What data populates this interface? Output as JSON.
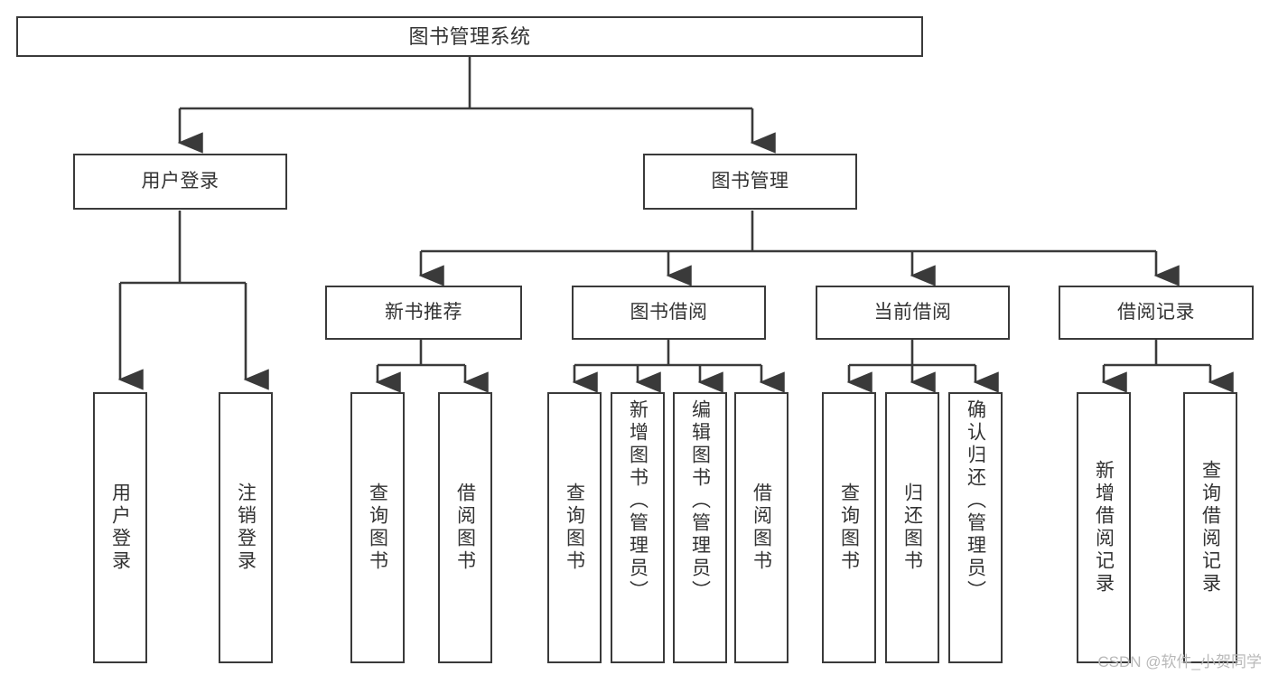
{
  "diagram": {
    "title": "图书管理系统",
    "type": "tree",
    "watermark": "CSDN @软件_小贺同学",
    "colors": {
      "stroke": "#3a3a3a",
      "fill": "#ffffff",
      "text": "#333333",
      "watermark": "#b9b9b9"
    },
    "levels": {
      "root": {
        "label": "图书管理系统"
      },
      "level2": [
        {
          "id": "user-login",
          "label": "用户登录"
        },
        {
          "id": "book-manage",
          "label": "图书管理"
        }
      ],
      "level3": [
        {
          "id": "new-book-recommend",
          "label": "新书推荐"
        },
        {
          "id": "book-borrow",
          "label": "图书借阅"
        },
        {
          "id": "current-borrow",
          "label": "当前借阅"
        },
        {
          "id": "borrow-record",
          "label": "借阅记录"
        }
      ],
      "leaves": {
        "user-login": [
          {
            "id": "leaf-user-login",
            "label": "用户登录"
          },
          {
            "id": "leaf-user-logout",
            "label": "注销登录"
          }
        ],
        "new-book-recommend": [
          {
            "id": "leaf-query-book-1",
            "label": "查询图书"
          },
          {
            "id": "leaf-borrow-book-1",
            "label": "借阅图书"
          }
        ],
        "book-borrow": [
          {
            "id": "leaf-query-book-2",
            "label": "查询图书"
          },
          {
            "id": "leaf-add-book",
            "label": "新增图书（管理员）"
          },
          {
            "id": "leaf-edit-book",
            "label": "编辑图书（管理员）"
          },
          {
            "id": "leaf-borrow-book-2",
            "label": "借阅图书"
          }
        ],
        "current-borrow": [
          {
            "id": "leaf-query-book-3",
            "label": "查询图书"
          },
          {
            "id": "leaf-return-book",
            "label": "归还图书"
          },
          {
            "id": "leaf-confirm-return",
            "label": "确认归还（管理员）"
          }
        ],
        "borrow-record": [
          {
            "id": "leaf-add-record",
            "label": "新增借阅记录"
          },
          {
            "id": "leaf-query-record",
            "label": "查询借阅记录"
          }
        ]
      }
    }
  }
}
